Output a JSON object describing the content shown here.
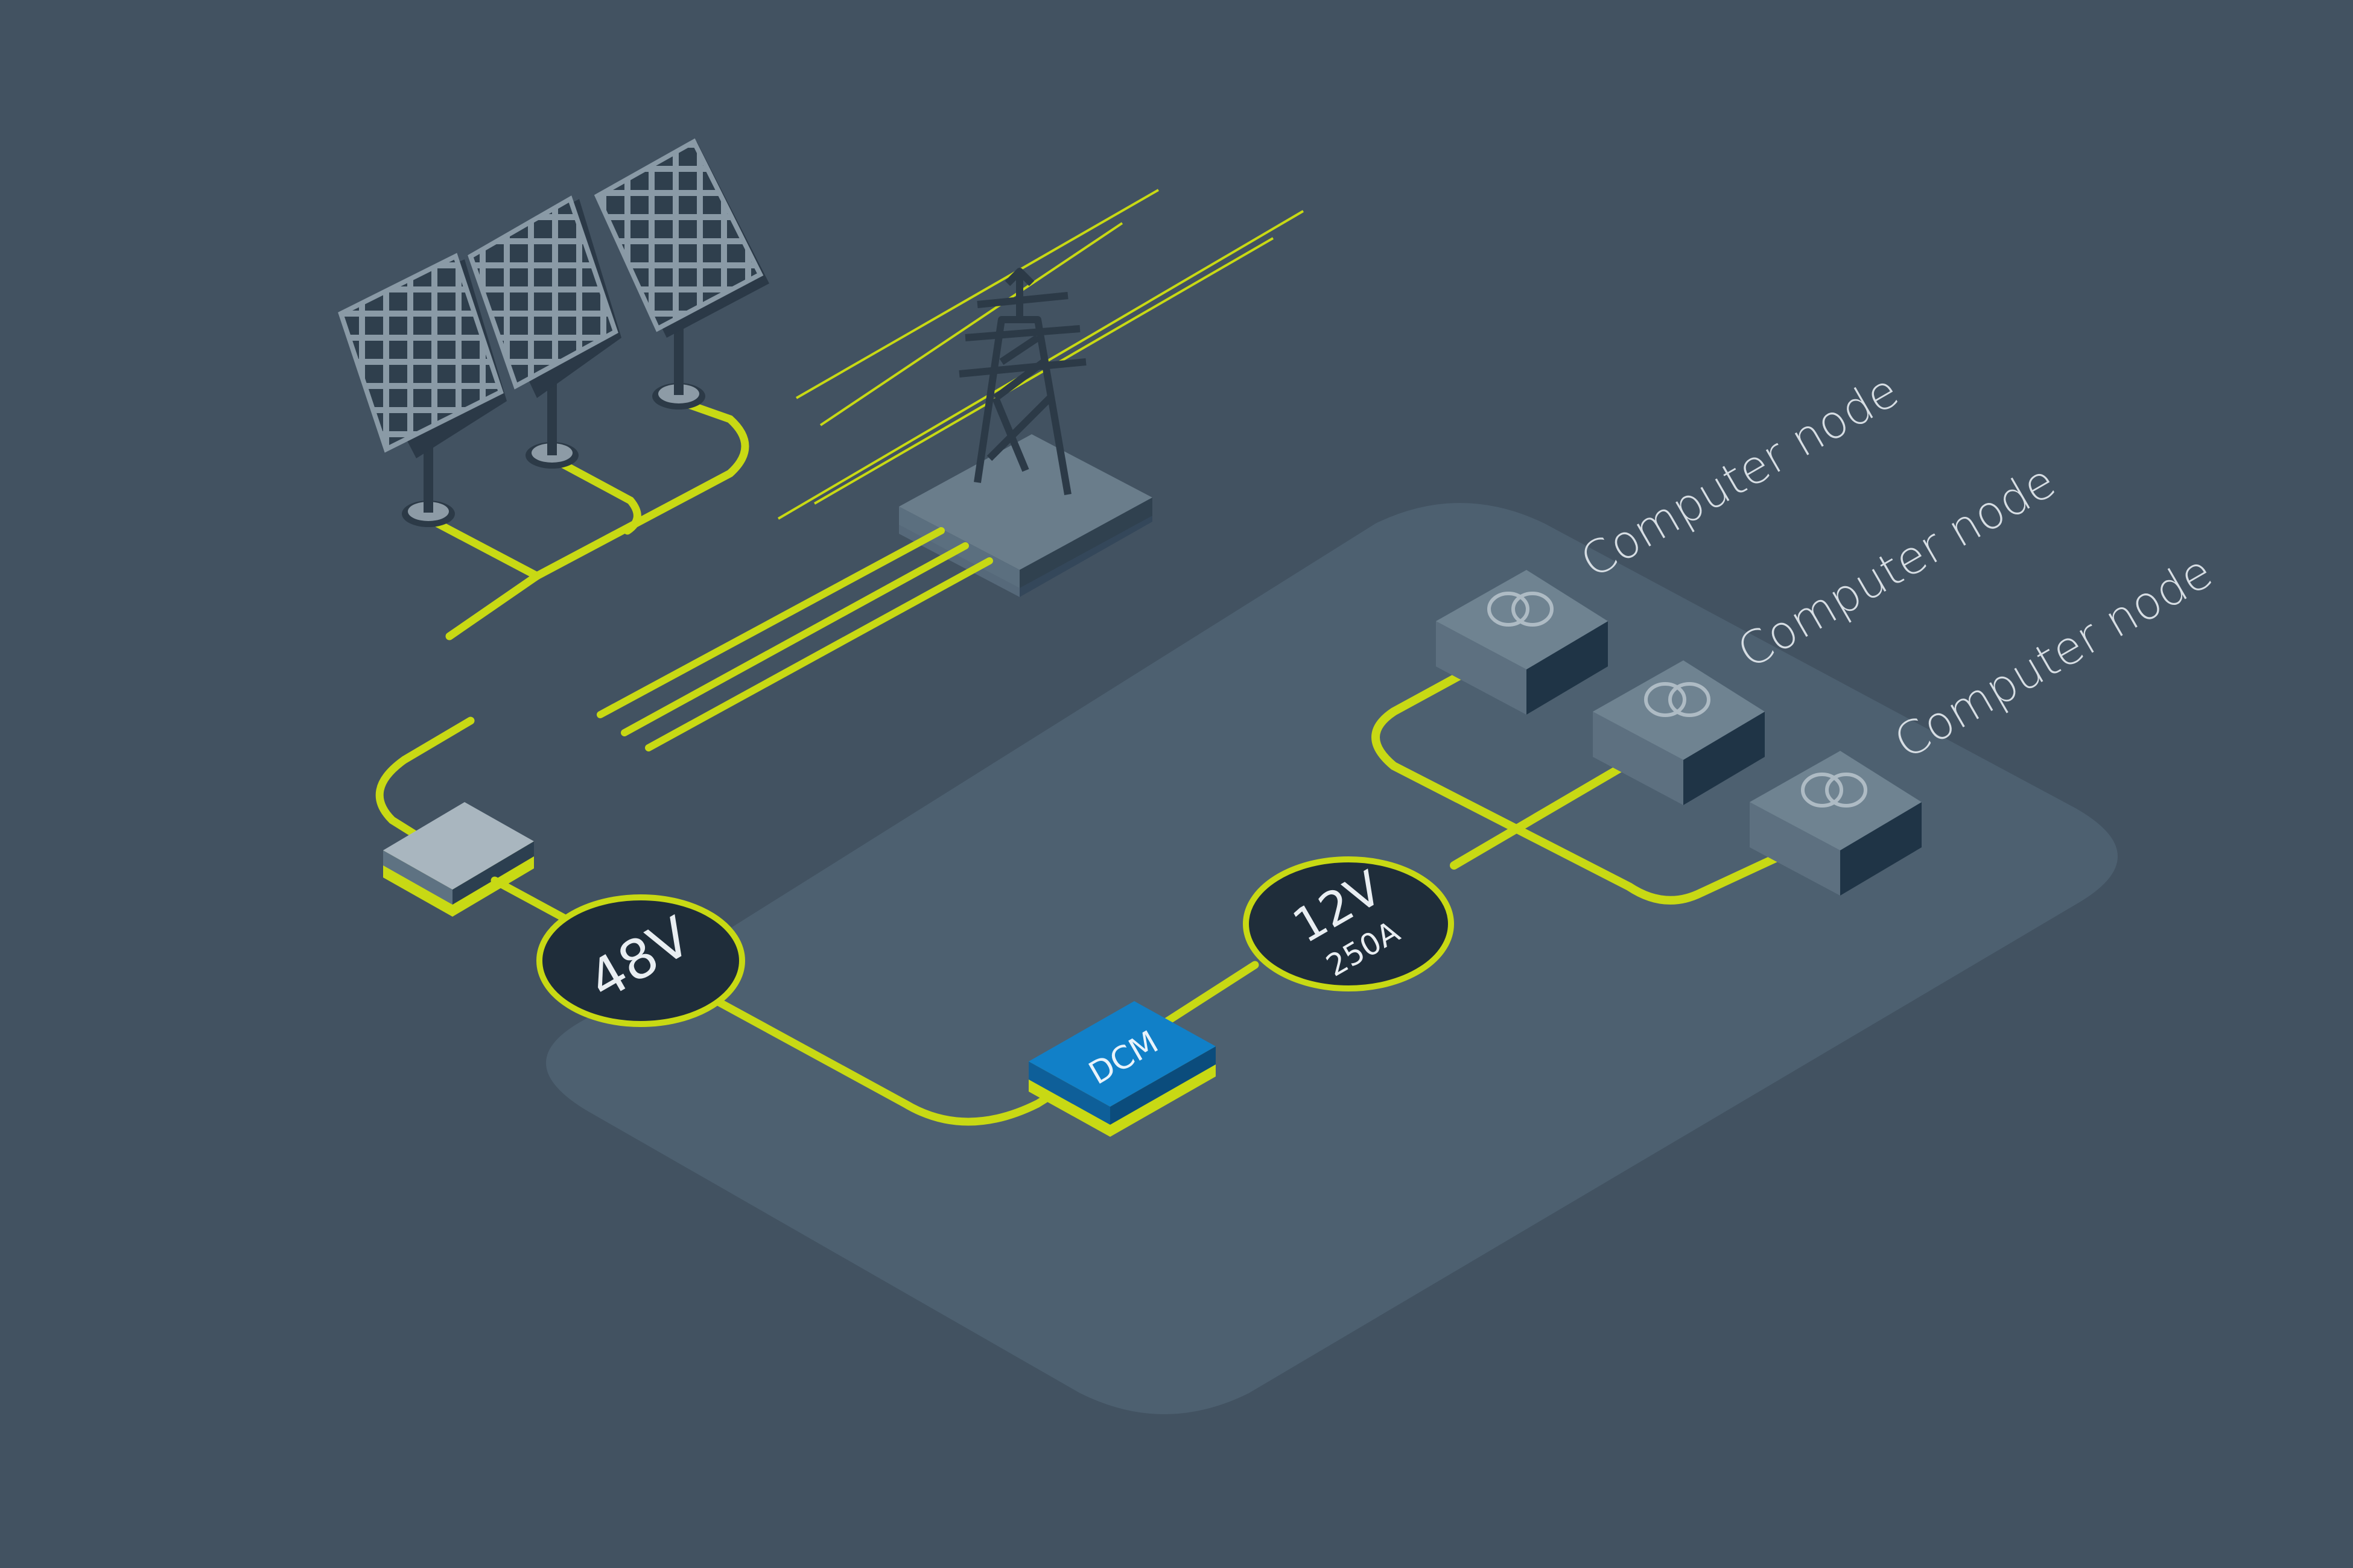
{
  "colors": {
    "background": "#425261",
    "platform": "#4d6070",
    "cable": "#c8d914",
    "bubble_fill": "#1f2d3a",
    "dcm_blue": "#1180c8",
    "node_top": "#6f8391",
    "node_side": "#1f3446",
    "panel_frame": "#8a9aa6",
    "panel_cells": "#2f3f4d"
  },
  "icons": {
    "solar_panel": "solar-panel-icon",
    "pylon": "power-pylon-icon",
    "node": "interlocked-rings-icon"
  },
  "bus_48": {
    "label": "48V"
  },
  "dcm": {
    "label": "DCM"
  },
  "bus_12": {
    "voltage": "12V",
    "current": "250A"
  },
  "nodes": [
    {
      "label": "Computer node"
    },
    {
      "label": "Computer node"
    },
    {
      "label": "Computer node"
    }
  ]
}
